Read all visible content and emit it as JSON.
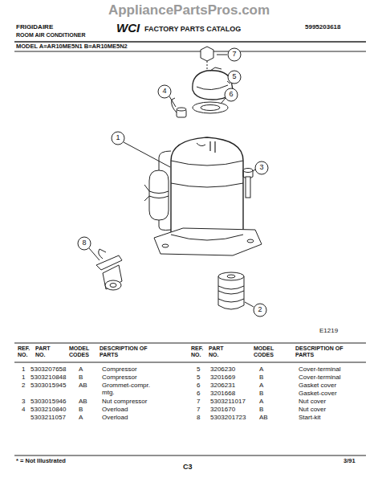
{
  "diagram": {
    "labels": [
      "AppliancePartsPros.com",
      "FRIGIDAIRE",
      "ROOM AIR CONDITIONER",
      "WCI",
      "FACTORY PARTS CATALOG",
      "5995203618",
      "MODEL A=AR10ME5N1 B=AR10ME5N2",
      "7",
      "5",
      "6",
      "4",
      "1",
      "3",
      "8",
      "2",
      "E1219",
      "REF. NO.",
      "PART NO.",
      "MODEL CODES",
      "DESCRIPTION OF PARTS",
      "REF. NO.",
      "PART NO.",
      "MODEL CODES",
      "DESCRIPTION OF PARTS",
      "1",
      "5303207658",
      "A",
      "Compressor",
      "1",
      "5303210848",
      "B",
      "Compressor",
      "2",
      "5303015945",
      "AB",
      "Grommet-compr. mtg.",
      "3",
      "5303015946",
      "AB",
      "Nut compressor",
      "4",
      "5303210840",
      "B",
      "Overload",
      "5303211057",
      "A",
      "Overload",
      "5",
      "3206230",
      "A",
      "Cover-terminal",
      "5",
      "3201669",
      "B",
      "Cover-terminal",
      "6",
      "3206231",
      "A",
      "Gasket cover",
      "6",
      "3201668",
      "B",
      "Gasket-cover",
      "7",
      "5303211017",
      "A",
      "Nut cover",
      "7",
      "3201670",
      "B",
      "Nut cover",
      "8",
      "5303201723",
      "AB",
      "Start-kit",
      "* = Not Illustrated",
      "C3",
      "3/91"
    ]
  }
}
